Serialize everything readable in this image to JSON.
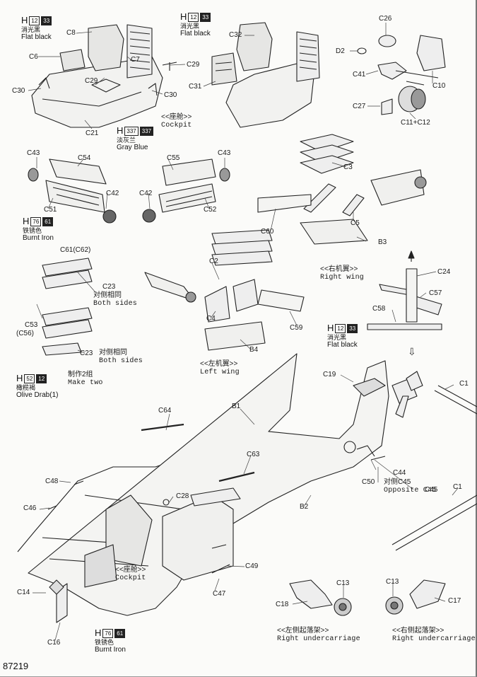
{
  "page_number": "87219",
  "paint_codes": [
    {
      "id": "p1",
      "h": "H",
      "num": "12",
      "code": "33",
      "cn": "消光黑",
      "en": "Flat black"
    },
    {
      "id": "p2",
      "h": "H",
      "num": "12",
      "code": "33",
      "cn": "消光黑",
      "en": "Flat black"
    },
    {
      "id": "p3",
      "h": "H",
      "num": "337",
      "code": "337",
      "cn": "淡灰兰",
      "en": "Gray Blue"
    },
    {
      "id": "p4",
      "h": "H",
      "num": "76",
      "code": "61",
      "cn": "铁锈色",
      "en": "Burnt Iron"
    },
    {
      "id": "p5",
      "h": "H",
      "num": "12",
      "code": "33",
      "cn": "消光黑",
      "en": "Flat black"
    },
    {
      "id": "p6",
      "h": "H",
      "num": "52",
      "code": "12",
      "cn": "橄榄褐",
      "en": "Olive Drab(1)"
    },
    {
      "id": "p7",
      "h": "H",
      "num": "76",
      "code": "61",
      "cn": "铁锈色",
      "en": "Burnt Iron"
    }
  ],
  "captions": {
    "cockpit_top": {
      "cn": "<<座舱>>",
      "en": "Cockpit"
    },
    "right_wing": {
      "cn": "<<右机翼>>",
      "en": "Right wing"
    },
    "left_wing": {
      "cn": "<<左机翼>>",
      "en": "Left wing"
    },
    "cockpit_bottom": {
      "cn": "<<座舱>>",
      "en": "Cockpit"
    },
    "left_uc": {
      "cn": "<<左侧起落架>>",
      "en": "Right undercarriage"
    },
    "right_uc": {
      "cn": "<<右侧起落架>>",
      "en": "Right undercarriage"
    },
    "both_sides_1": {
      "cn": "对侧相同",
      "en": "Both sides"
    },
    "both_sides_2": {
      "cn": "对侧相同",
      "en": "Both sides"
    },
    "make_two": {
      "cn": "制作2组",
      "en": "Make two"
    },
    "opposite_c45": {
      "cn": "对侧C45",
      "en": "Opposite C45"
    }
  },
  "parts": {
    "C8": "C8",
    "C6": "C6",
    "C30a": "C30",
    "C29a": "C29",
    "C7": "C7",
    "C29b": "C29",
    "C30b": "C30",
    "C21": "C21",
    "C32": "C32",
    "C31": "C31",
    "C26": "C26",
    "D2": "D2",
    "C41": "C41",
    "C10": "C10",
    "C27": "C27",
    "C11C12": "C11+C12",
    "C43a": "C43",
    "C54": "C54",
    "C42a": "C42",
    "C51": "C51",
    "C55": "C55",
    "C43b": "C43",
    "C42b": "C42",
    "C52": "C52",
    "C3": "C3",
    "C5": "C5",
    "C60": "C60",
    "B3": "B3",
    "C61C62": "C61(C62)",
    "C23a": "C23",
    "C53C56a": "C53",
    "C53C56b": "(C56)",
    "C23b": "C23",
    "C2": "C2",
    "C4": "C4",
    "C59": "C59",
    "B4": "B4",
    "C24": "C24",
    "C57": "C57",
    "C58": "C58",
    "C19": "C19",
    "C1a": "C1",
    "C1b": "C1",
    "B1": "B1",
    "C64": "C64",
    "C63": "C63",
    "C48": "C48",
    "C28": "C28",
    "C46": "C46",
    "B2": "B2",
    "C44": "C44",
    "C50": "C50",
    "C45": "C45",
    "C49": "C49",
    "C47": "C47",
    "C14": "C14",
    "C16": "C16",
    "C13a": "C13",
    "C18": "C18",
    "C13b": "C13",
    "C17": "C17"
  }
}
